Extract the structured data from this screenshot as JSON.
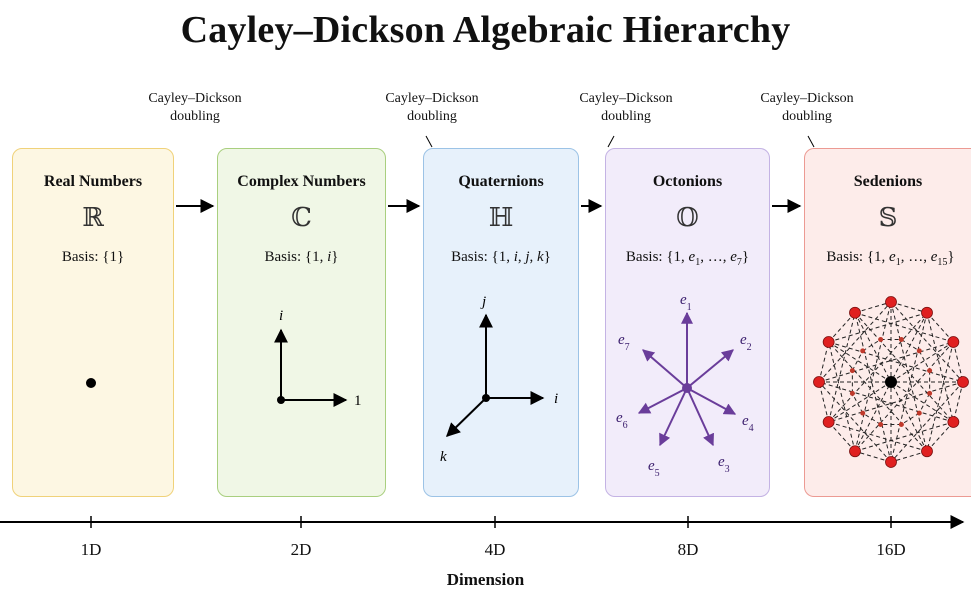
{
  "title": "Cayley–Dickson Algebraic Hierarchy",
  "doubling_label_line1": "Cayley–Dickson",
  "doubling_label_line2": "doubling",
  "cards": [
    {
      "name": "Real Numbers",
      "symbol": "ℝ",
      "basis": "Basis: {1}",
      "dim": "1D",
      "color": "#f0d27a"
    },
    {
      "name": "Complex Numbers",
      "symbol": "ℂ",
      "basis": "Basis: {1, i}",
      "dim": "2D",
      "color": "#a9cf7f"
    },
    {
      "name": "Quaternions",
      "symbol": "ℍ",
      "basis": "Basis: {1, i, j, k}",
      "dim": "4D",
      "color": "#9cc3e6"
    },
    {
      "name": "Octonions",
      "symbol": "𝕆",
      "basis": "Basis: {1, e1, …, e7}",
      "dim": "8D",
      "color": "#c4b3e4"
    },
    {
      "name": "Sedenions",
      "symbol": "𝕊",
      "basis": "Basis: {1, e1, …, e15}",
      "dim": "16D",
      "color": "#ec9a93"
    }
  ],
  "complex_axes": {
    "vertical": "i",
    "horizontal": "1"
  },
  "quaternion_axes": {
    "j": "j",
    "i": "i",
    "k": "k"
  },
  "octonion_axes": [
    "e1",
    "e2",
    "e3",
    "e4",
    "e5",
    "e6",
    "e7"
  ],
  "axis_title": "Dimension",
  "colors": {
    "octonion_arrow": "#6a3d9a",
    "sedenion_node": "#e02020",
    "sedenion_center": "#000000"
  }
}
